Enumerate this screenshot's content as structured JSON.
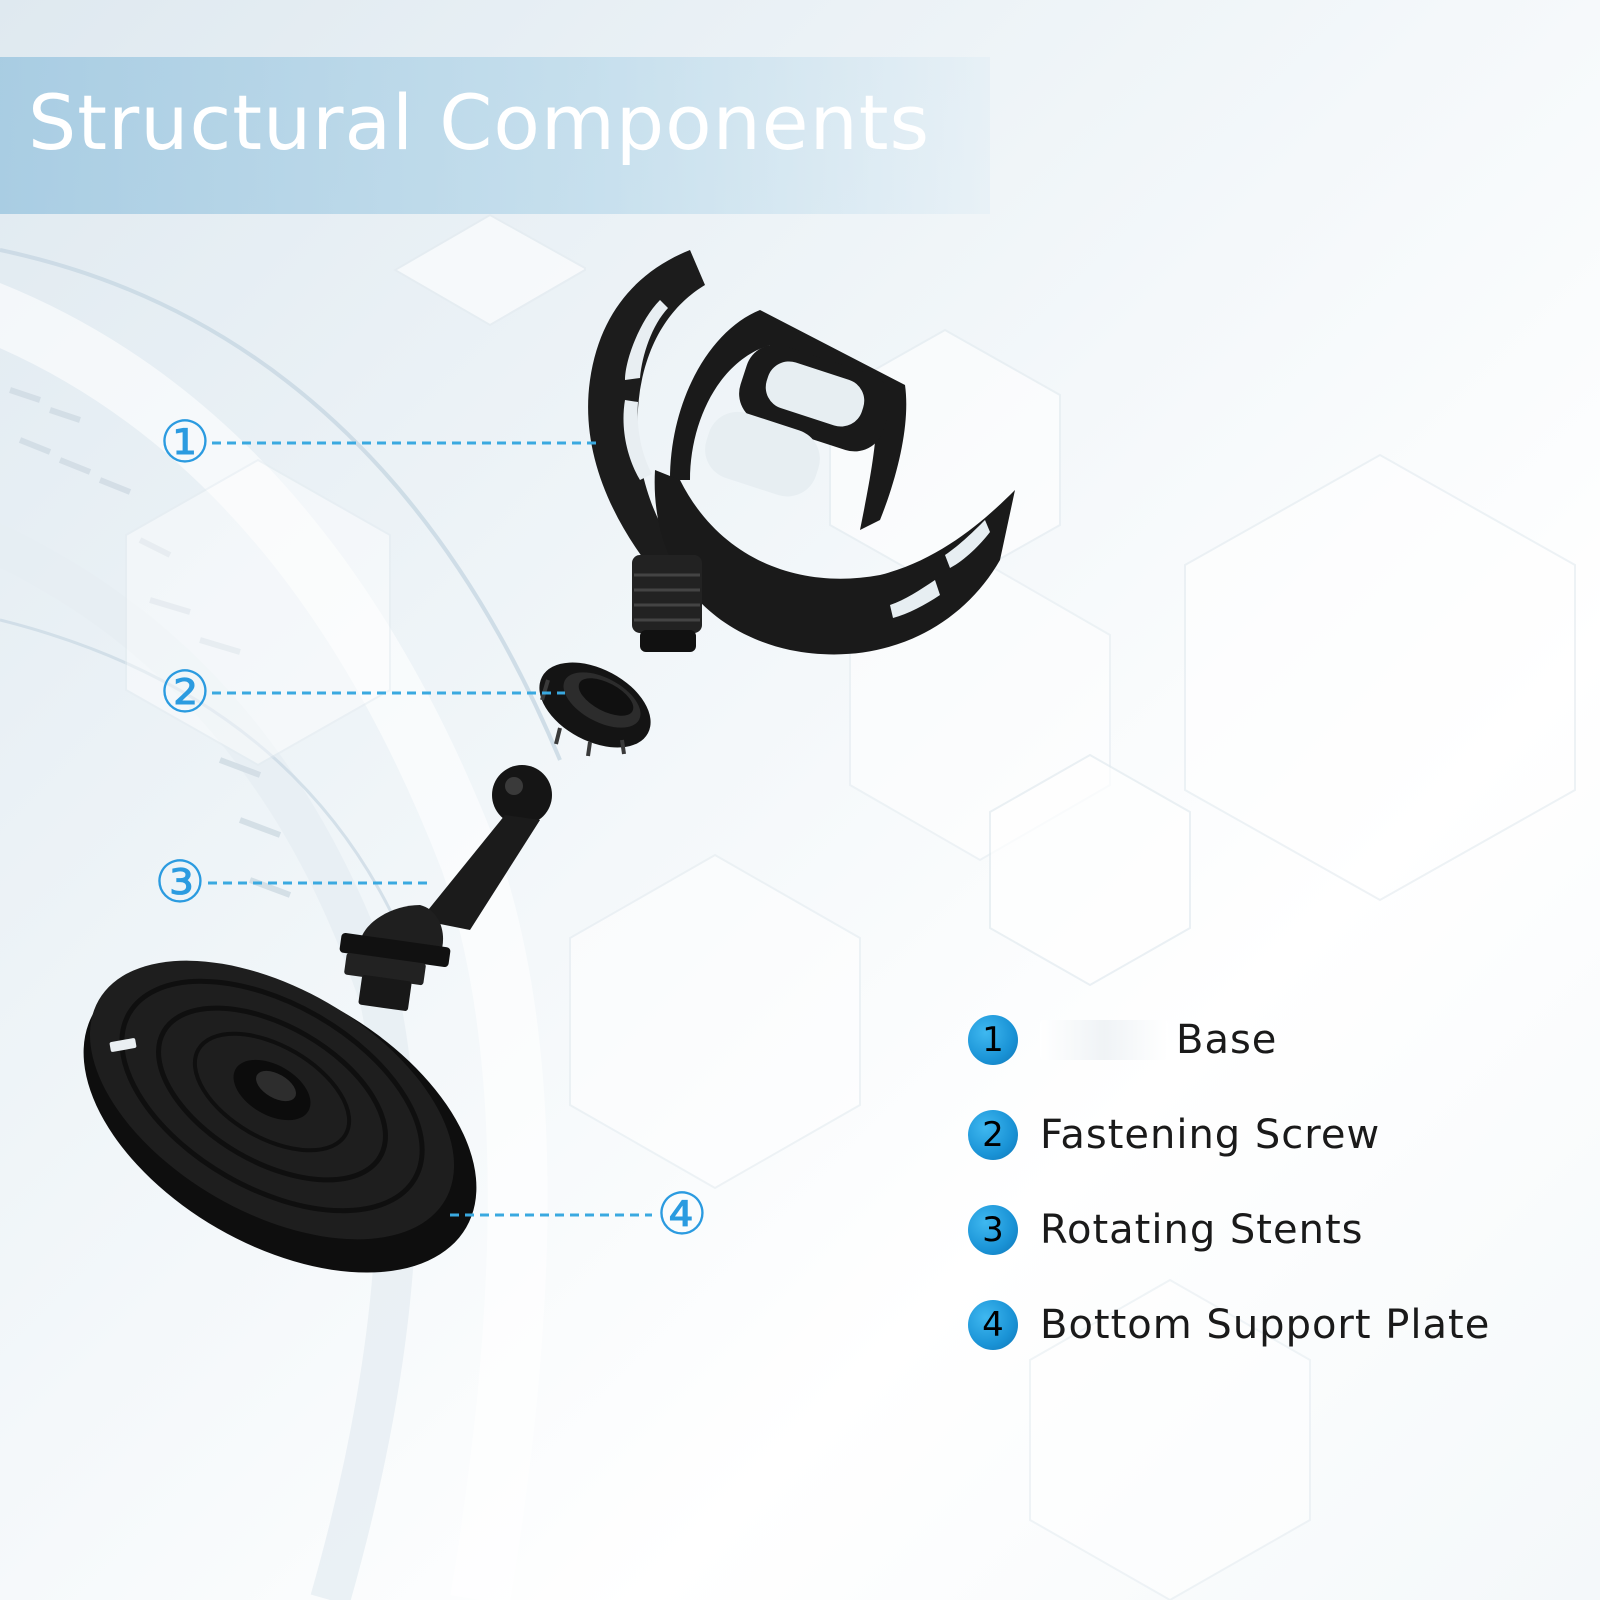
{
  "title": "Structural Components",
  "callouts": [
    {
      "number": "①"
    },
    {
      "number": "②"
    },
    {
      "number": "③"
    },
    {
      "number": "④"
    }
  ],
  "legend": [
    {
      "number": "1",
      "label": "Base"
    },
    {
      "number": "2",
      "label": "Fastening Screw"
    },
    {
      "number": "3",
      "label": "Rotating Stents"
    },
    {
      "number": "4",
      "label": "Bottom Support Plate"
    }
  ],
  "colors": {
    "accent": "#1a93d6",
    "callout_line": "#3aa9e0",
    "part": "#1c1c1c"
  }
}
